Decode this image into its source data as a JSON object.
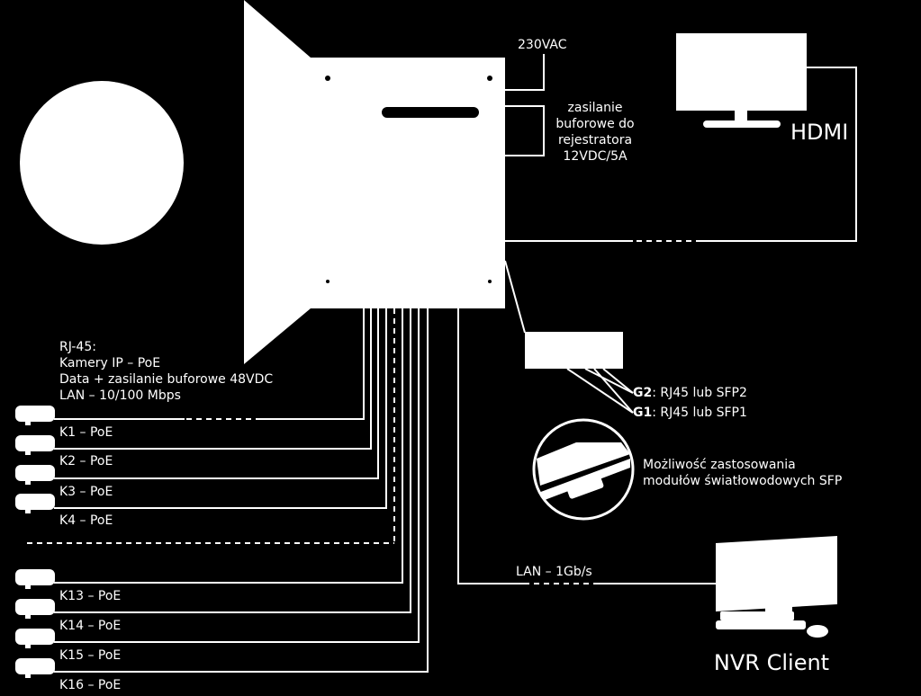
{
  "diagram": {
    "power_label": "230VAC",
    "buffer_power_lines": [
      "zasilanie",
      "buforowe do",
      "rejestratora",
      "12VDC/5A"
    ],
    "hdmi_label": "HDMI",
    "rj45_lines": [
      "RJ-45:",
      "Kamery IP – PoE",
      "Data + zasilanie buforowe 48VDC",
      "LAN – 10/100 Mbps"
    ],
    "camera_ports": [
      "K1 – PoE",
      "K2 – PoE",
      "K3 – PoE",
      "K4 – PoE",
      "K13 – PoE",
      "K14 – PoE",
      "K15 – PoE",
      "K16 – PoE"
    ],
    "g2_bold": "G2",
    "g2_rest": ": RJ45 lub SFP2",
    "g1_bold": "G1",
    "g1_rest": ": RJ45 lub SFP1",
    "sfp_note_lines": [
      "Możliwość zastosowania",
      "modułów światłowodowych SFP"
    ],
    "lan_label": "LAN – 1Gb/s",
    "nvr_label": "NVR Client"
  }
}
